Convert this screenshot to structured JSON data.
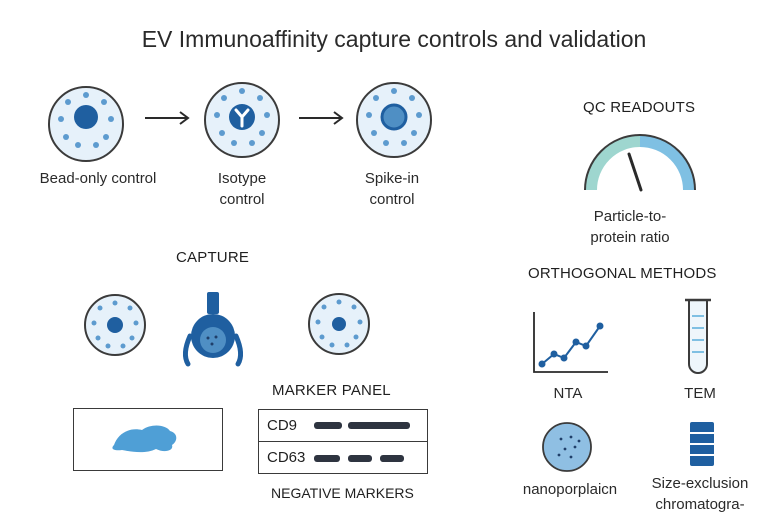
{
  "title": "EV Immunoaffinity capture controls and validation",
  "controls": [
    {
      "label_lines": [
        "Bead-only control"
      ]
    },
    {
      "label_lines": [
        "Isotype",
        "control"
      ]
    },
    {
      "label_lines": [
        "Spike-in",
        "control"
      ]
    }
  ],
  "qc": {
    "heading": "QC READOUTS",
    "gauge_label_lines": [
      "Particle-to-",
      "protein ratio"
    ]
  },
  "capture": {
    "heading": "CAPTURE"
  },
  "marker_panel": {
    "heading": "MARKER PANEL",
    "rows": [
      {
        "name": "CD9"
      },
      {
        "name": "CD63"
      }
    ],
    "negative_heading": "NEGATIVE MARKERS"
  },
  "orthogonal": {
    "heading": "ORTHOGONAL METHODS",
    "methods": [
      {
        "label_lines": [
          "NTA"
        ],
        "icon": "line-chart-icon"
      },
      {
        "label_lines": [
          "TEM"
        ],
        "icon": "test-tube-icon"
      },
      {
        "label_lines": [
          "nanoporplaicn"
        ],
        "icon": "nanopore-disc-icon"
      },
      {
        "label_lines": [
          "Size-exclusion",
          "chromatogra-"
        ],
        "icon": "sec-column-icon"
      }
    ]
  },
  "colors": {
    "dark_blue": "#1f5fa0",
    "mid_blue": "#4f8fc4",
    "light_blue": "#e6f1fa",
    "bead_dot": "#5d9bcf",
    "stroke": "#3b3b3b",
    "gauge_teal": "#9ed6cf",
    "gauge_blue": "#7fc0e3"
  }
}
